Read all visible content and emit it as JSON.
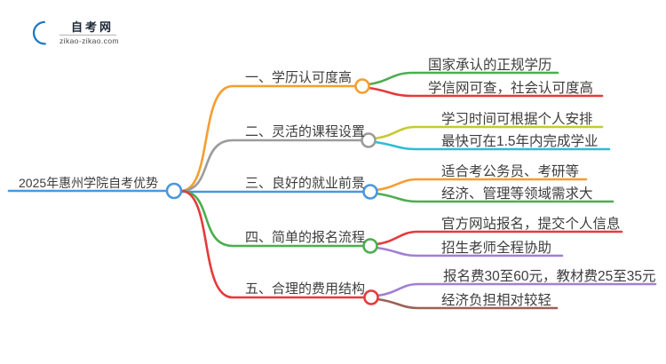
{
  "logo": {
    "title": "自考网",
    "domain": "zikao-zikao.com",
    "icon_blue": "#1c79c0",
    "icon_red": "#e23c41"
  },
  "central": {
    "label": "2025年惠州学院自考优势",
    "color": "#4a97dd"
  },
  "branches": [
    {
      "label": "一、学历认可度高",
      "color": "#f59e2f",
      "children": [
        {
          "label": "国家承认的正规学历",
          "color": "#4cae4f"
        },
        {
          "label": "学信网可查，社会认可度高",
          "color": "#e53a3c"
        }
      ]
    },
    {
      "label": "二、灵活的课程设置",
      "color": "#9b9b9b",
      "children": [
        {
          "label": "学习时间可根据个人安排",
          "color": "#c3ca34"
        },
        {
          "label": "最快可在1.5年内完成学业",
          "color": "#2fbcd6"
        }
      ]
    },
    {
      "label": "三、良好的就业前景",
      "color": "#4a97dd",
      "children": [
        {
          "label": "适合考公务员、考研等",
          "color": "#f59e2f"
        },
        {
          "label": "经济、管理等领域需求大",
          "color": "#4cae4f"
        }
      ]
    },
    {
      "label": "四、简单的报名流程",
      "color": "#4cae4f",
      "children": [
        {
          "label": "官方网站报名，提交个人信息",
          "color": "#e53a3c"
        },
        {
          "label": "招生老师全程协助",
          "color": "#a17fd4"
        }
      ]
    },
    {
      "label": "五、合理的费用结构",
      "color": "#e53a3c",
      "children": [
        {
          "label": "报名费30至60元，教材费25至35元",
          "color": "#a17fd4"
        },
        {
          "label": "经济负担相对较轻",
          "color": "#9c6057"
        }
      ]
    }
  ]
}
